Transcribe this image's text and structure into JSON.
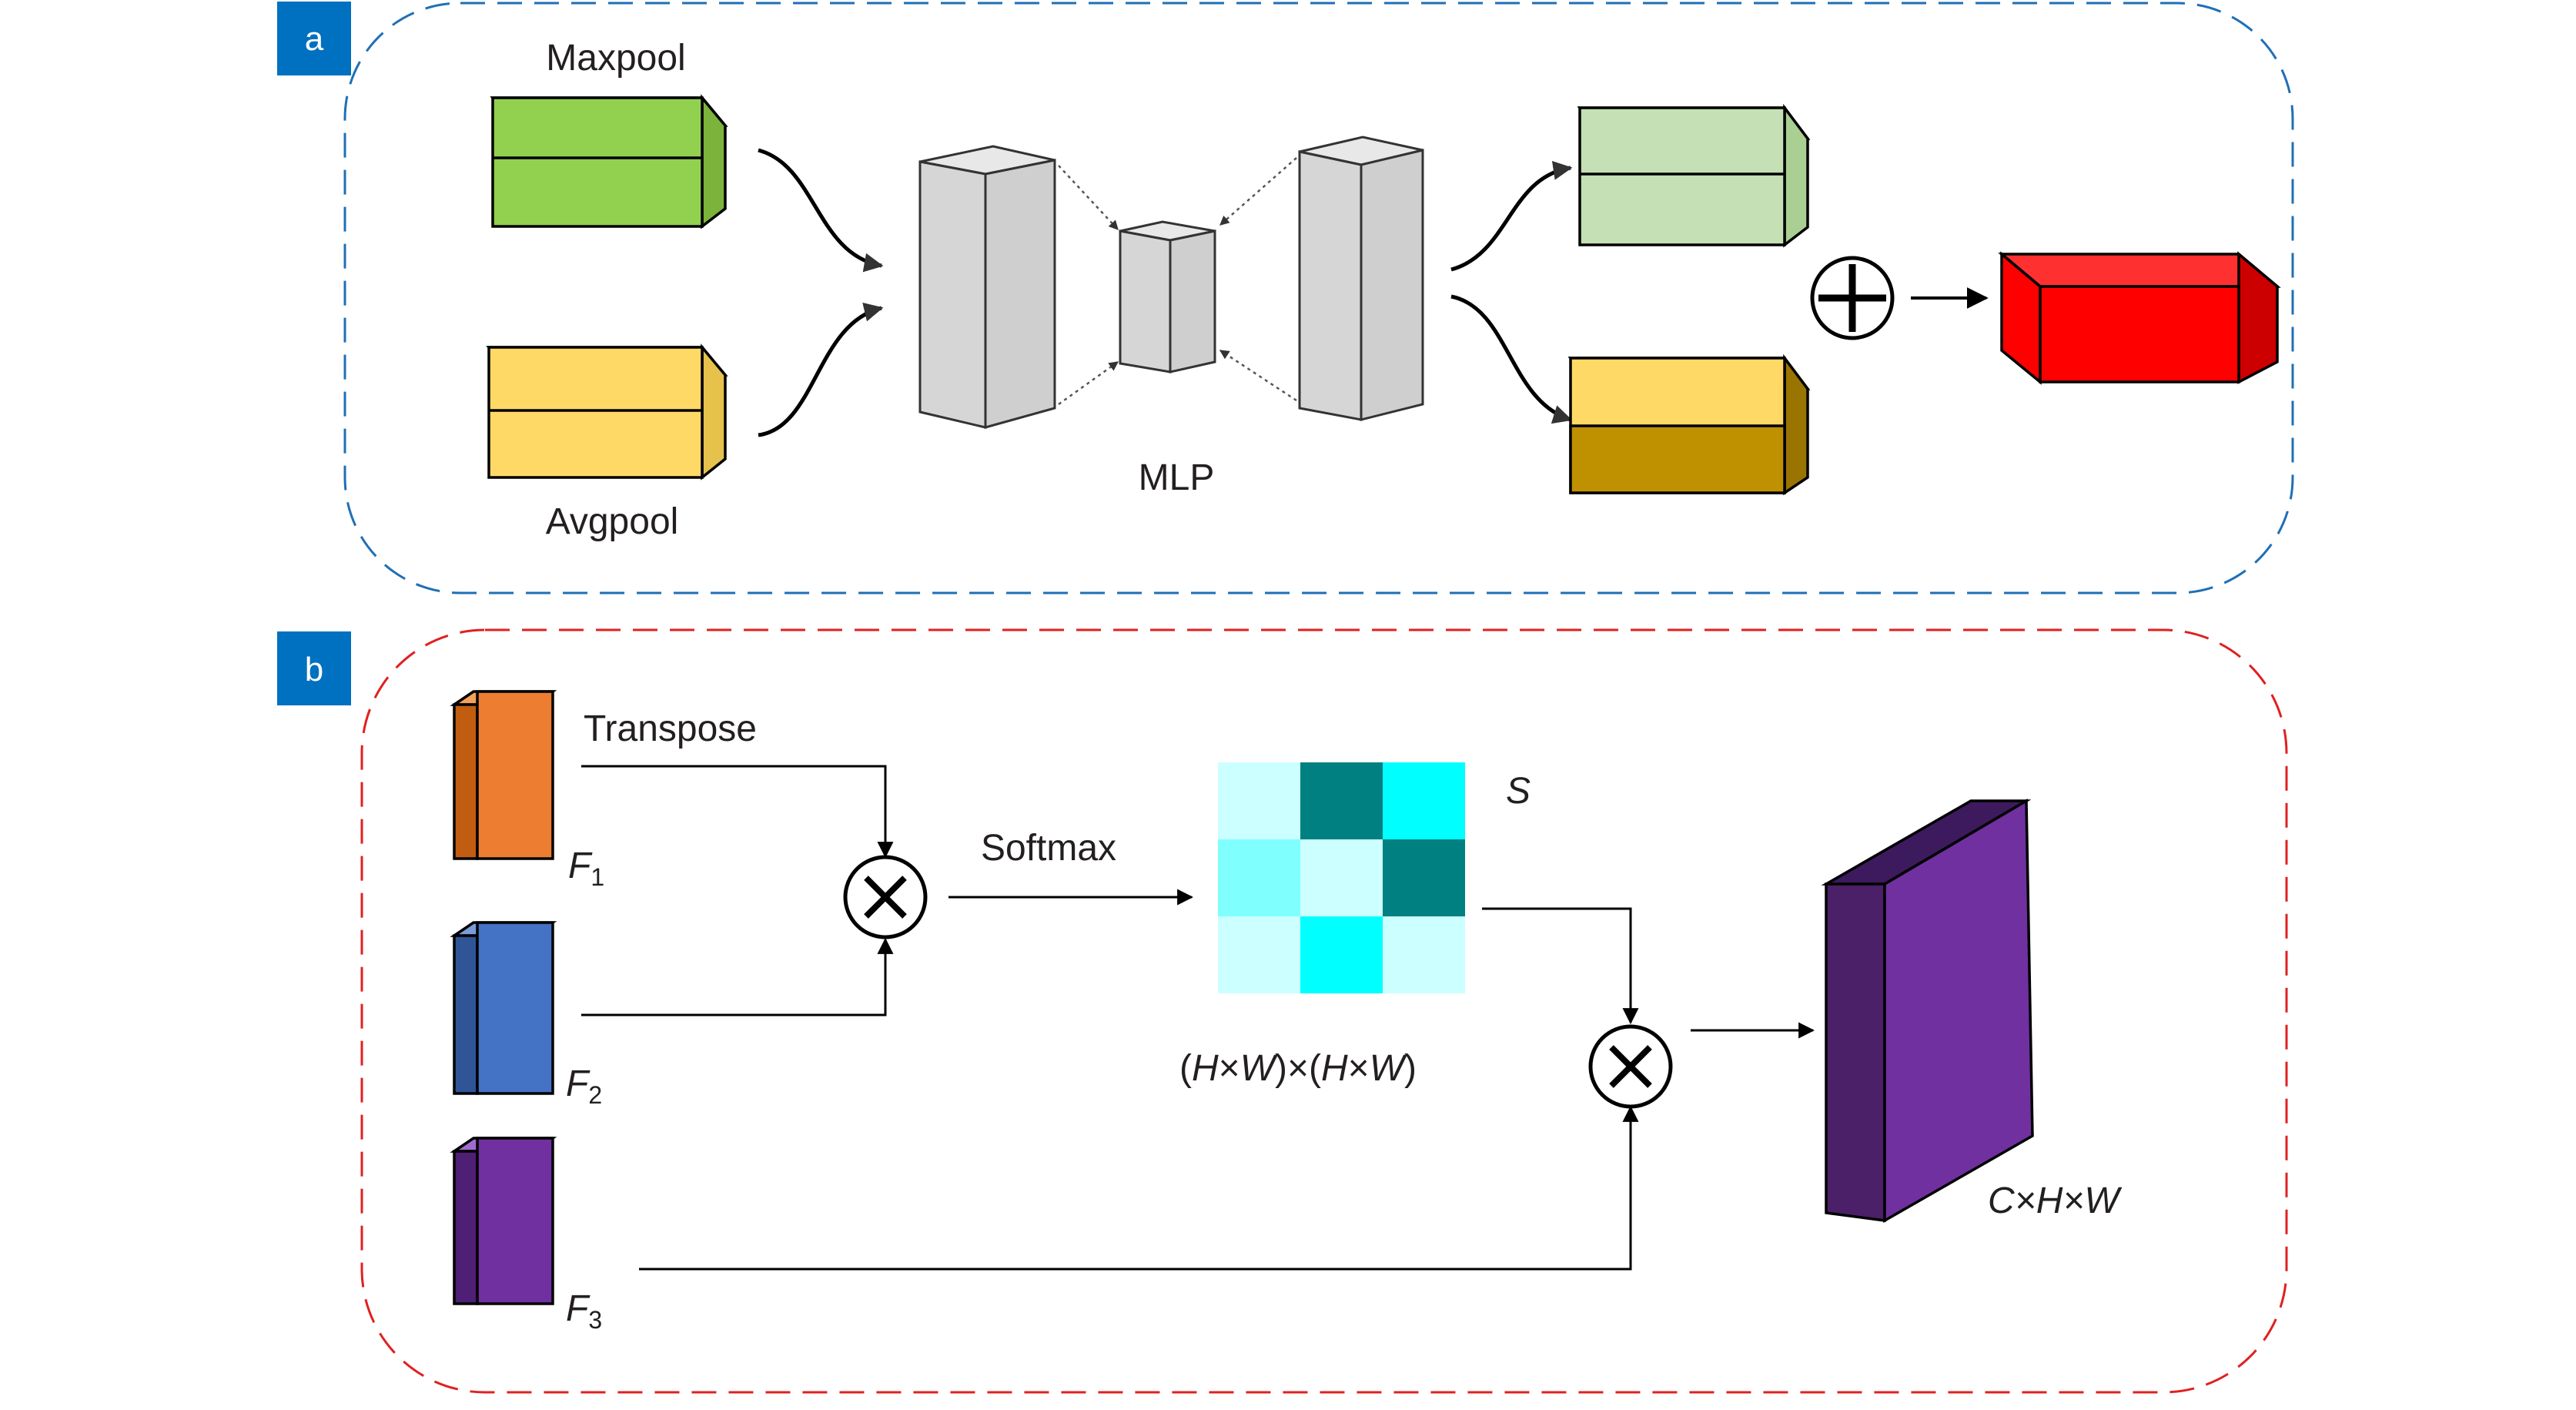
{
  "panel_a": {
    "tag": "a",
    "maxpool_label": "Maxpool",
    "avgpool_label": "Avgpool",
    "mlp_label": "MLP",
    "colors": {
      "border": "#1f6fb5",
      "maxpool": "#92d050",
      "avgpool": "#ffd966",
      "out_top": "#c5e0b4",
      "out_bottom": "#bf9000",
      "result": "#ff0000",
      "mlp": "#d9d9d9"
    }
  },
  "panel_b": {
    "tag": "b",
    "transpose_label": "Transpose",
    "softmax_label": "Softmax",
    "s_label": "S",
    "matrix_label_a": "(",
    "matrix_label_h1": "H",
    "matrix_label_x1": "×",
    "matrix_label_w1": "W",
    "matrix_label_mid": ")×(",
    "matrix_label_h2": "H",
    "matrix_label_x2": "×",
    "matrix_label_w2": "W",
    "matrix_label_end": ")",
    "f1_label": "F",
    "f1_sub": "1",
    "f2_label": "F",
    "f2_sub": "2",
    "f3_label": "F",
    "f3_sub": "3",
    "output_label": "C×H×W",
    "colors": {
      "border": "#e02020",
      "f1": "#ed7d31",
      "f2": "#4472c4",
      "f3": "#7030a0",
      "output": "#7030a0"
    },
    "matrix_cells": [
      [
        "#ccffff",
        "#008080",
        "#00ffff"
      ],
      [
        "#80ffff",
        "#ccffff",
        "#008080"
      ],
      [
        "#ccffff",
        "#00ffff",
        "#ccffff"
      ]
    ]
  },
  "tag_color": "#0070c0"
}
